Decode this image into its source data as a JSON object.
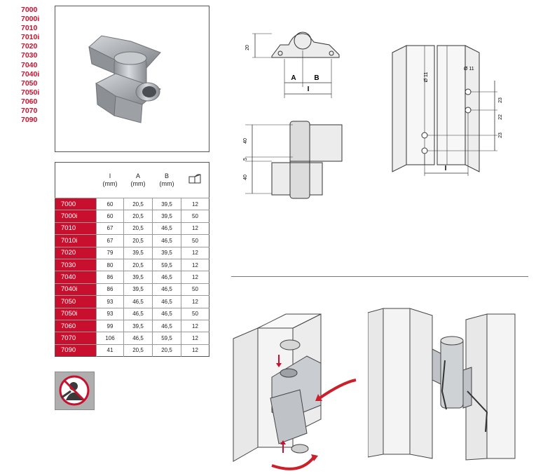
{
  "model_codes": [
    "7000",
    "7000i",
    "7010",
    "7010i",
    "7020",
    "7030",
    "7040",
    "7040i",
    "7050",
    "7050i",
    "7060",
    "7070",
    "7090"
  ],
  "table": {
    "headers": [
      {
        "symbol": "I",
        "unit": "(mm)"
      },
      {
        "symbol": "A",
        "unit": "(mm)"
      },
      {
        "symbol": "B",
        "unit": "(mm)"
      }
    ],
    "box_icon": "package-box-icon",
    "rows": [
      {
        "model": "7000",
        "i": "60",
        "a": "20,5",
        "b": "39,5",
        "qty": "12"
      },
      {
        "model": "7000i",
        "i": "60",
        "a": "20,5",
        "b": "39,5",
        "qty": "50"
      },
      {
        "model": "7010",
        "i": "67",
        "a": "20,5",
        "b": "46,5",
        "qty": "12"
      },
      {
        "model": "7010i",
        "i": "67",
        "a": "20,5",
        "b": "46,5",
        "qty": "50"
      },
      {
        "model": "7020",
        "i": "79",
        "a": "39,5",
        "b": "39,5",
        "qty": "12"
      },
      {
        "model": "7030",
        "i": "80",
        "a": "20,5",
        "b": "59,5",
        "qty": "12"
      },
      {
        "model": "7040",
        "i": "86",
        "a": "39,5",
        "b": "46,5",
        "qty": "12"
      },
      {
        "model": "7040i",
        "i": "86",
        "a": "39,5",
        "b": "46,5",
        "qty": "50"
      },
      {
        "model": "7050",
        "i": "93",
        "a": "46,5",
        "b": "46,5",
        "qty": "12"
      },
      {
        "model": "7050i",
        "i": "93",
        "a": "46,5",
        "b": "46,5",
        "qty": "50"
      },
      {
        "model": "7060",
        "i": "99",
        "a": "39,5",
        "b": "46,5",
        "qty": "12"
      },
      {
        "model": "7070",
        "i": "106",
        "a": "46,5",
        "b": "59,5",
        "qty": "12"
      },
      {
        "model": "7090",
        "i": "41",
        "a": "20,5",
        "b": "20,5",
        "qty": "12"
      }
    ]
  },
  "drawings": {
    "top_view": {
      "height": "20",
      "a": "A",
      "b": "B",
      "i": "I"
    },
    "side_view": {
      "top": "40",
      "gap": "5",
      "bottom": "40"
    },
    "profile_view": {
      "hole_left": "Ø 11",
      "hole_right": "Ø 11",
      "dim1": "23",
      "dim2": "22",
      "dim3": "23",
      "i": "I"
    }
  },
  "colors": {
    "brand_red": "#c8102e",
    "arrow_red": "#cc1f2a",
    "metal": "#b9bcbf"
  },
  "warning_icon": "no-welding-icon"
}
